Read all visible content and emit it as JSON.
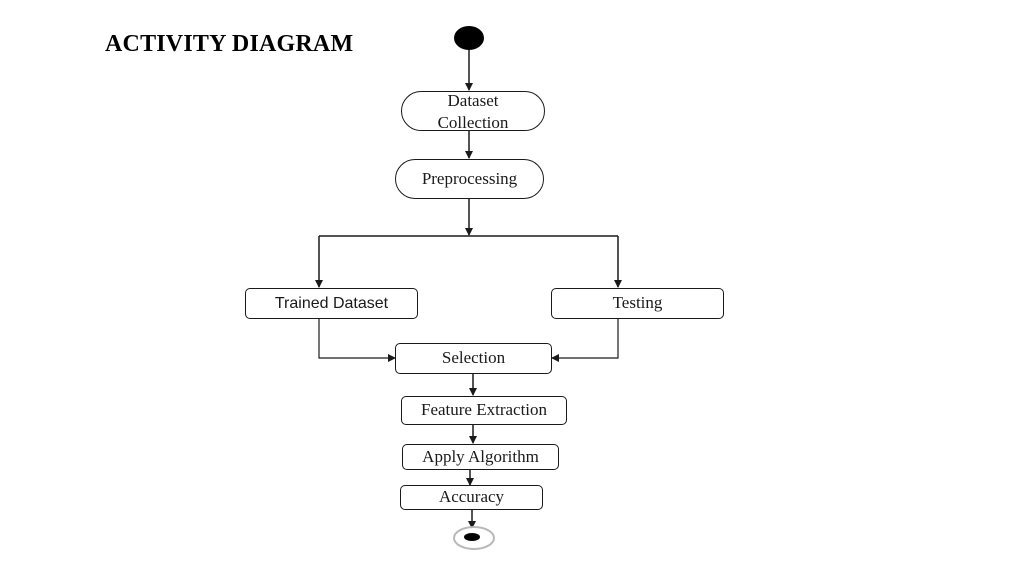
{
  "title": "ACTIVITY DIAGRAM",
  "nodes": {
    "dataset_collection": "Dataset Collection",
    "preprocessing": "Preprocessing",
    "trained_dataset": "Trained Dataset",
    "testing": "Testing",
    "selection": "Selection",
    "feature_extraction": "Feature Extraction",
    "apply_algorithm": "Apply Algorithm",
    "accuracy": "Accuracy"
  },
  "colors": {
    "stroke": "#1a1a1a",
    "final_ring": "#b8b8b8"
  }
}
